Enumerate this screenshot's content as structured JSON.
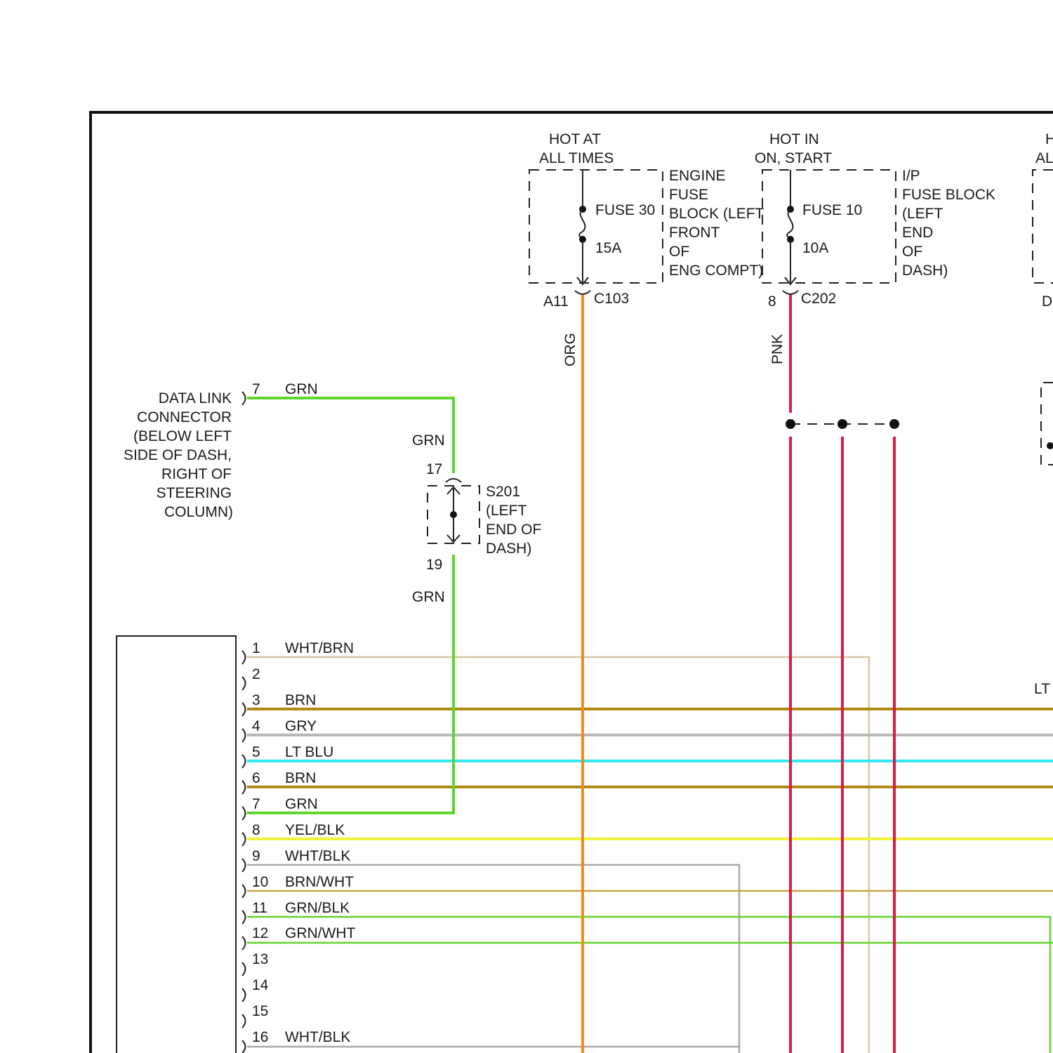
{
  "fuses": {
    "fuse30": {
      "condition": [
        "HOT AT",
        "ALL TIMES"
      ],
      "name": "FUSE 30",
      "rating": "15A",
      "location": [
        "ENGINE",
        "FUSE",
        "BLOCK (LEFT",
        "FRONT",
        "OF",
        "ENG COMPT)"
      ],
      "cavity": "A11",
      "connector": "C103",
      "wire_color": "ORG"
    },
    "fuse10": {
      "condition": [
        "HOT IN",
        "ON, START"
      ],
      "name": "FUSE 10",
      "rating": "10A",
      "location": [
        "I/P",
        "FUSE BLOCK",
        "(LEFT",
        "END",
        "OF",
        "DASH)"
      ],
      "cavity": "8",
      "connector": "C202",
      "wire_color": "PNK"
    },
    "fuse_partial": {
      "condition": [
        "H",
        "AL"
      ],
      "cavity": "D"
    }
  },
  "dlc": {
    "label": [
      "DATA LINK",
      "CONNECTOR",
      "(BELOW LEFT",
      "SIDE OF DASH,",
      "RIGHT OF",
      "STEERING",
      "COLUMN)"
    ],
    "pin": "7",
    "wire_color": "GRN"
  },
  "splice": {
    "name": "S201",
    "location": [
      "(LEFT",
      "END OF",
      "DASH)"
    ],
    "pin_top": "17",
    "pin_bottom": "19",
    "wire_top": "GRN",
    "wire_bottom": "GRN"
  },
  "right_edge_label": "LT",
  "pins": [
    {
      "num": "1",
      "label": "WHT/BRN"
    },
    {
      "num": "2",
      "label": ""
    },
    {
      "num": "3",
      "label": "BRN"
    },
    {
      "num": "4",
      "label": "GRY"
    },
    {
      "num": "5",
      "label": "LT BLU"
    },
    {
      "num": "6",
      "label": "BRN"
    },
    {
      "num": "7",
      "label": "GRN"
    },
    {
      "num": "8",
      "label": "YEL/BLK"
    },
    {
      "num": "9",
      "label": "WHT/BLK"
    },
    {
      "num": "10",
      "label": "BRN/WHT"
    },
    {
      "num": "11",
      "label": "GRN/BLK"
    },
    {
      "num": "12",
      "label": "GRN/WHT"
    },
    {
      "num": "13",
      "label": ""
    },
    {
      "num": "14",
      "label": ""
    },
    {
      "num": "15",
      "label": ""
    },
    {
      "num": "16",
      "label": "WHT/BLK"
    }
  ],
  "colors": {
    "org": "#f28a1e",
    "pnk": "#d81b4a",
    "grn": "#5fd62a",
    "brn": "#b08a12",
    "gry": "#b8b8b8",
    "lt_blu": "#34e6f2",
    "yel": "#f2f23a",
    "wht_brn": "#d6c8a0",
    "wht_blk": "#a8a8a8",
    "brn_wht": "#c8a24a",
    "frame": "#111111"
  }
}
